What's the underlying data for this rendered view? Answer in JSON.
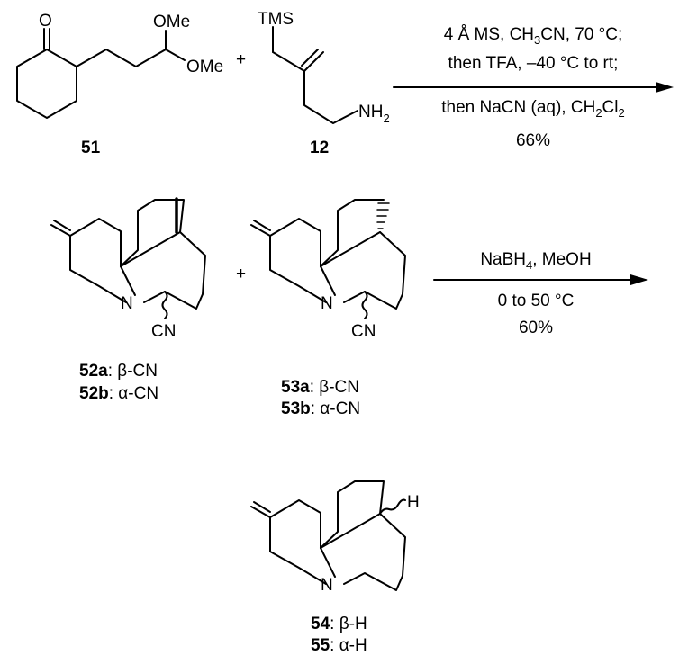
{
  "scheme": {
    "step1": {
      "reactant1": {
        "label": "51",
        "substituents": [
          "O",
          "OMe",
          "OMe"
        ]
      },
      "plus": "+",
      "reactant2": {
        "label": "12",
        "substituents": [
          "TMS",
          "NH",
          "2"
        ]
      },
      "conditions": {
        "line1_pre": "4 Å MS, CH",
        "line1_sub": "3",
        "line1_post": "CN, 70 °C;",
        "line2": "then TFA, –40 °C to rt;",
        "line3_pre": "then NaCN (aq), CH",
        "line3_sub1": "2",
        "line3_mid": "Cl",
        "line3_sub2": "2",
        "yield": "66%"
      }
    },
    "step2": {
      "product_a": {
        "atoms": [
          "N",
          "CN"
        ],
        "label_a": "52a",
        "desc_a": ": β-CN",
        "label_b": "52b",
        "desc_b": ": α-CN"
      },
      "plus": "+",
      "product_b": {
        "atoms": [
          "N",
          "CN"
        ],
        "label_a": "53a",
        "desc_a": ": β-CN",
        "label_b": "53b",
        "desc_b": ": α-CN"
      },
      "conditions": {
        "line1_pre": "NaBH",
        "line1_sub": "4",
        "line1_post": ", MeOH",
        "line2": "0 to 50 °C",
        "yield": "60%"
      }
    },
    "step3": {
      "product": {
        "atoms": [
          "N",
          "H"
        ],
        "label_a": "54",
        "desc_a": ": β-H",
        "label_b": "55",
        "desc_b": ": α-H"
      }
    }
  }
}
